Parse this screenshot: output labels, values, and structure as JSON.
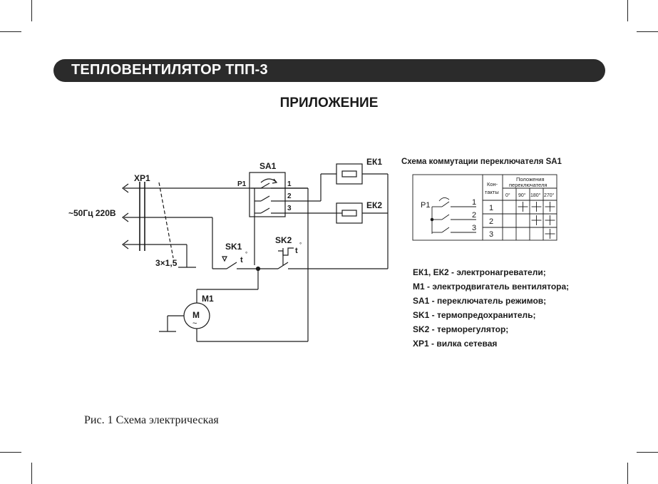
{
  "header": {
    "title": "ТЕПЛОВЕНТИЛЯТОР ТПП-3"
  },
  "appendix_title": "ПРИЛОЖЕНИЕ",
  "schematic": {
    "sa1": "SA1",
    "p1": "P1",
    "contact_1": "1",
    "contact_2": "2",
    "contact_3": "3",
    "ek1": "ЕК1",
    "ek2": "ЕК2",
    "xp1": "ХР1",
    "supply": "~50Гц 220В",
    "cable": "3×1,5",
    "sk1": "SK1",
    "sk2": "SK2",
    "temp_t": "t",
    "degree": "°",
    "m1": "M1",
    "motor_letter": "M",
    "motor_ac": "~"
  },
  "switch_table": {
    "title": "Схема коммутации переключателя SA1",
    "p1": "P1",
    "contacts_header": [
      "Кон-",
      "такты"
    ],
    "positions_header": [
      "Положения",
      "переключателя"
    ],
    "angles": [
      "0°",
      "90°",
      "180°",
      "270°"
    ],
    "rows": [
      {
        "contact": "1",
        "closed": [
          false,
          true,
          true,
          true
        ]
      },
      {
        "contact": "2",
        "closed": [
          false,
          false,
          true,
          true
        ]
      },
      {
        "contact": "3",
        "closed": [
          false,
          false,
          false,
          true
        ]
      }
    ]
  },
  "legend": [
    "ЕК1, ЕК2 - электронагреватели;",
    "М1 - электродвигатель вентилятора;",
    "SA1 - переключатель режимов;",
    "SK1 - термопредохранитель;",
    "SK2 - терморегулятор;",
    "ХР1 - вилка сетевая"
  ],
  "caption": "Рис. 1 Схема электрическая"
}
